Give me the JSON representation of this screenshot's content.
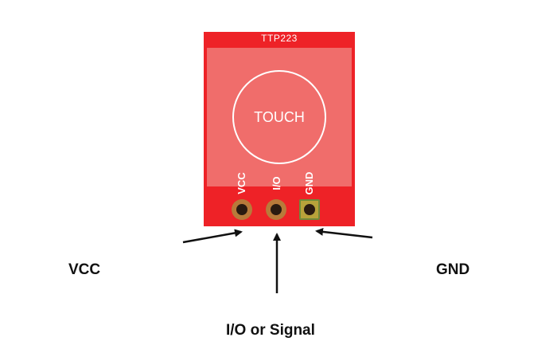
{
  "board": {
    "title": "TTP223",
    "touch_label": "TOUCH",
    "pins": [
      {
        "label": "VCC"
      },
      {
        "label": "I/O"
      },
      {
        "label": "GND"
      }
    ]
  },
  "callouts": {
    "vcc": "VCC",
    "io": "I/O or Signal",
    "gnd": "GND"
  },
  "colors": {
    "board": "#ee2227",
    "panel": "#f06d6b"
  }
}
